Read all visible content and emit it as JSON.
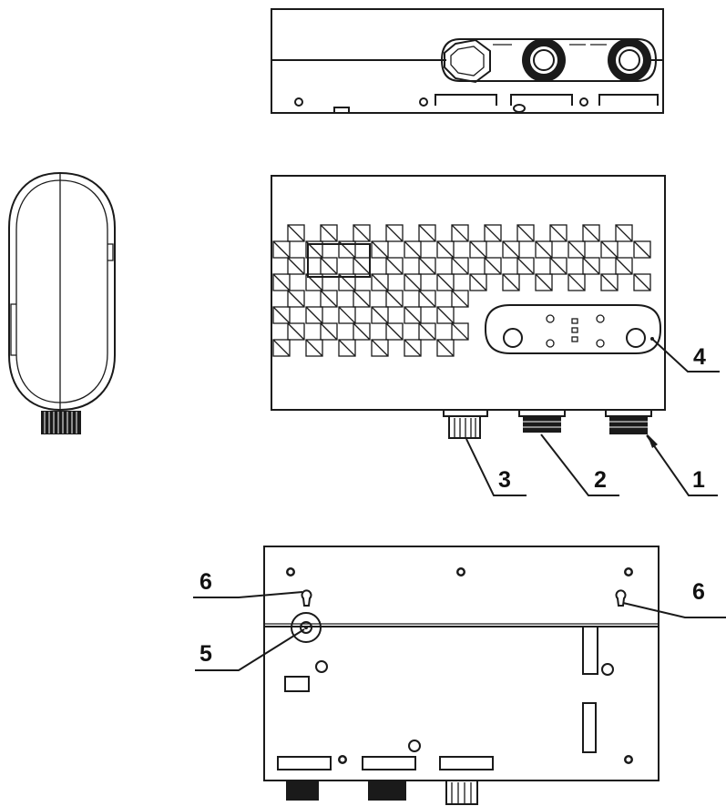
{
  "callouts": {
    "c1": "1",
    "c2": "2",
    "c3": "3",
    "c4": "4",
    "c5": "5",
    "c6_left": "6",
    "c6_right": "6"
  },
  "colors": {
    "line": "#1a1a1a",
    "background": "#ffffff"
  }
}
